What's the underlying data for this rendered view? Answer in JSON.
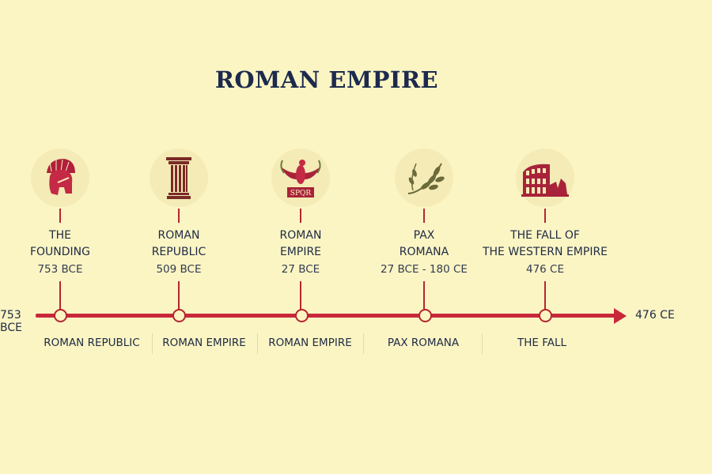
{
  "title": "ROMAN EMPIRE",
  "timeline": {
    "start_label": "753 BCE",
    "end_label": "476 CE",
    "color": "#c8283a"
  },
  "events": [
    {
      "name_line1": "THE",
      "name_line2": "FOUNDING",
      "date": "753 BCE",
      "icon": "spartan-helmet-icon"
    },
    {
      "name_line1": "ROMAN",
      "name_line2": "REPUBLIC",
      "date": "509 BCE",
      "icon": "column-icon"
    },
    {
      "name_line1": "ROMAN",
      "name_line2": "EMPIRE",
      "date": "27 BCE",
      "icon": "spqr-eagle-icon",
      "icon_text": "SPQR"
    },
    {
      "name_line1": "PAX",
      "name_line2": "ROMANA",
      "date": "27 BCE - 180 CE",
      "icon": "laurel-branch-icon"
    },
    {
      "name_line1": "THE FALL OF",
      "name_line2": "THE WESTERN EMPIRE",
      "date": "476 CE",
      "icon": "colosseum-ruins-icon"
    }
  ],
  "periods": [
    "ROMAN REPUBLIC",
    "ROMAN EMPIRE",
    "ROMAN EMPIRE",
    "PAX ROMANA",
    "THE FALL"
  ]
}
